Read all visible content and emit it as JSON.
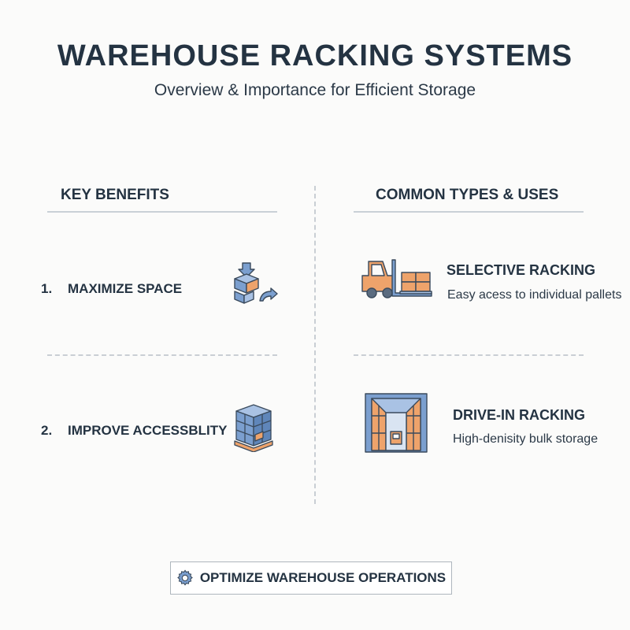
{
  "header": {
    "title": "WAREHOUSE RACKING SYSTEMS",
    "subtitle": "Overview & Importance for Efficient Storage"
  },
  "benefits": {
    "heading": "KEY BENEFITS",
    "items": [
      {
        "number": "1.",
        "label": "MAXIMIZE SPACE",
        "icon": "stacked-boxes-arrow-icon"
      },
      {
        "number": "2.",
        "label": "IMPROVE ACCESSBLITY",
        "icon": "pallet-stack-icon"
      }
    ]
  },
  "types": {
    "heading": "COMMON TYPES & USES",
    "items": [
      {
        "title": "SELECTIVE RACKING",
        "description": "Easy acess to individual pallets",
        "icon": "forklift-icon"
      },
      {
        "title": "DRIVE-IN RACKING",
        "description": "High-denisity bulk storage",
        "icon": "drive-in-rack-icon"
      }
    ]
  },
  "cta": {
    "label": "OPTIMIZE WAREHOUSE OPERATIONS",
    "icon": "gear-icon"
  },
  "colors": {
    "blue": "#7b9fcf",
    "orange": "#eea36b",
    "text": "#243342"
  }
}
